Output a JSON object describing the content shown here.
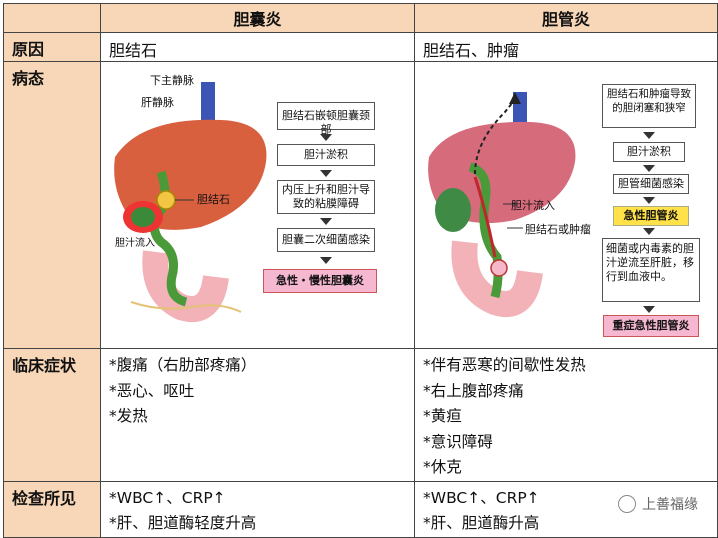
{
  "table": {
    "header": {
      "col1": "胆囊炎",
      "col2": "胆管炎"
    },
    "rows": {
      "cause": {
        "label": "原因",
        "col1": "胆结石",
        "col2": "胆结石、肿瘤"
      },
      "pathology": {
        "label": "病态"
      },
      "symptoms": {
        "label": "临床症状",
        "col1": [
          "*腹痛（右肋部疼痛）",
          "*恶心、呕吐",
          "*发热"
        ],
        "col2": [
          "*伴有恶寒的间歇性发热",
          "*右上腹部疼痛",
          "*黄疸",
          "*意识障碍",
          "*休克"
        ]
      },
      "findings": {
        "label": "检查所见",
        "col1": [
          "*WBC↑、CRP↑",
          "*肝、胆道酶轻度升高"
        ],
        "col2": [
          "*WBC↑、CRP↑",
          "*肝、胆道酶升高"
        ]
      }
    }
  },
  "figure1": {
    "labels": {
      "ivc": "下主静脉",
      "hepatic_vein": "肝静脉",
      "stone": "胆结石",
      "bile_inflow": "胆汁流入"
    },
    "flow": [
      "胆结石嵌顿胆囊颈部",
      "胆汁淤积",
      "内压上升和胆汁导致的粘膜障碍",
      "胆囊二次细菌感染"
    ],
    "result": "急性・慢性胆囊炎"
  },
  "figure2": {
    "labels": {
      "bile_inflow": "胆汁流入",
      "stone_tumor": "胆结石或肿瘤"
    },
    "flow": [
      "胆结石和肿瘤导致的胆闭塞和狭窄",
      "胆汁淤积",
      "胆管细菌感染"
    ],
    "highlight": "急性胆管炎",
    "detail": "细菌或内毒素的胆汁逆流至肝脏，移行到血液中。",
    "result": "重症急性胆管炎"
  },
  "watermark": "上善福缘"
}
